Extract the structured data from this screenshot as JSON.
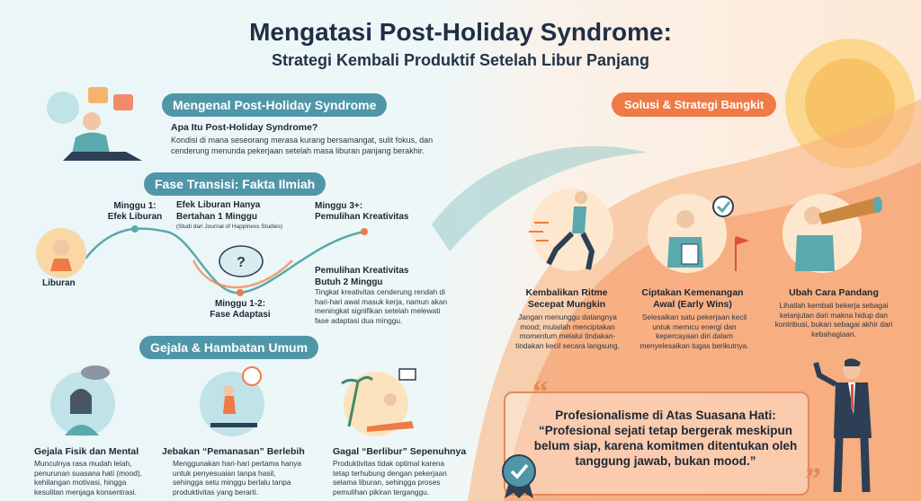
{
  "title": "Mengatasi Post-Holiday Syndrome:",
  "subtitle": "Strategi Kembali Produktif Setelah Libur Panjang",
  "intro": {
    "pill": "Mengenal Post-Holiday Syndrome",
    "question": "Apa Itu Post-Holiday Syndrome?",
    "text": "Kondisi di mana seseorang merasa kurang bersamangat, sulit fokus, dan cenderung menunda pekerjaan setelah masa liburan panjang berakhir."
  },
  "phase": {
    "pill": "Fase Transisi: Fakta Ilmiah",
    "liburan": "Liburan",
    "week1_title": "Minggu 1:",
    "week1_sub": "Efek Liburan",
    "effect_title": "Efek Liburan Hanya Bertahan 1 Minggu",
    "effect_source": "(Studi dari Journal of Happiness Studies)",
    "week3_title": "Minggu 3+:",
    "week3_sub": "Pemulihan Kreativitas",
    "week12_title": "Minggu 1-2:",
    "week12_sub": "Fase Adaptasi",
    "recovery_title": "Pemulihan Kreativitas Butuh 2 Minggu",
    "recovery_text": "Tingkat kreativitas cenderung rendah di hari-hari awal masuk kerja, namun akan meningkat signifikan setelah melewati fase adaptasi dua minggu."
  },
  "symptoms": {
    "pill": "Gejala & Hambatan Umum",
    "items": [
      {
        "title": "Gejala Fisik dan Mental",
        "text": "Munculnya rasa mudah lelah, penurunan suasana hati (mood), kehilangan motivasi, hingga kesulitan menjaga konsentrasi."
      },
      {
        "title": "Jebakan “Pemanasan” Berlebih",
        "text": "Menggunakan hari-hari pertama hanya untuk penyesuaian tanpa hasil, sehingga setu minggu berlalu tanpa produktivitas yang berarti."
      },
      {
        "title": "Gagal “Berlibur” Sepenuhnya",
        "text": "Produktivitas tidak optimal karena tetap terhubung dengan pekerjaan selama liburan, sehingga proses pemulihan pikiran terganggu."
      }
    ]
  },
  "solutions": {
    "pill": "Solusi & Strategi Bangkit",
    "items": [
      {
        "title": "Kembalikan Ritme Secepat Mungkin",
        "text": "Jangan menunggu datangnya mood; mulailah menciptakan momentum melalui tindakan-tindakan kecil secara langsung."
      },
      {
        "title": "Ciptakan Kemenangan Awal (Early Wins)",
        "text": "Selesaikan satu pekerjaan kecil untuk memicu energi dan kepercayaan diri dalam menyelesaikan tugas berikutnya."
      },
      {
        "title": "Ubah Cara Pandang",
        "text": "Lihatlah kembali bekerja sebagai kelanjutan dari makna hidup dan kontribusi, bukan sebagai akhir dari kebahagiaan."
      }
    ]
  },
  "quote": {
    "open_mark": "“",
    "close_mark": "”",
    "heading": "Profesionalisme di Atas Suasana Hati:",
    "text": "“Profesional sejati tetap bergerak meskipun belum siap, karena komitmen ditentukan oleh tanggung jawab, bukan mood.”"
  },
  "colors": {
    "teal": "#4f97a8",
    "orange": "#ef7a45",
    "navy": "#1f2f45"
  }
}
